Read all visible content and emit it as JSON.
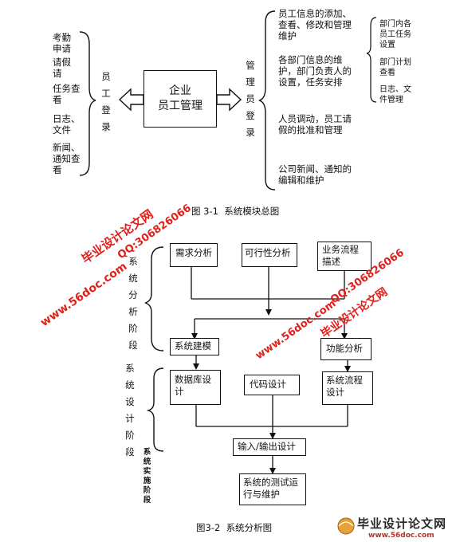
{
  "fig1": {
    "left_items": [
      "考勤\n申请",
      "请假\n请",
      "任务查\n看",
      "日志、\n文件",
      "新闻、\n通知查\n看"
    ],
    "left_vertical": "员工登录",
    "center_box": "企业\n员工管理",
    "right_vertical": "管理员登录",
    "right_items": [
      "员工信息的添加、\n查看、修改和管理\n维护",
      "各部门信息的维\n护，部门负责人的\n设置，任务安排",
      "人员调动，员工请\n假的批准和管理",
      "公司新闻、通知的\n编辑和维护"
    ],
    "sub_items": [
      "部门内各\n员工任务\n设置",
      "部门计划\n查看",
      "日志、文\n件管理"
    ],
    "caption": "图 3-1  系统模块总图"
  },
  "fig2": {
    "phase_analysis": "系统分析阶段",
    "phase_design": "系统设计阶段",
    "phase_impl": "系统实施阶段",
    "boxes": {
      "requirements": "需求分析",
      "feasibility": "可行性分析",
      "business_flow": "业务流程\n描述",
      "modeling": "系统建模",
      "function": "功能分析",
      "database": "数据库设\n计",
      "code": "代码设计",
      "sysflow": "系统流程\n设计",
      "io": "输入/输出设计",
      "test": "系统的测试运\n行与维护"
    },
    "caption": "图3-2  系统分析图"
  },
  "watermarks": {
    "title1": "毕业设计论文网",
    "qq1": "QQ:306826066",
    "site1": "www.56doc.com",
    "title2": "毕业设计论文网",
    "qq2": "QQ:306826066",
    "site2": "www.56doc.com",
    "logo_title": "毕业设计论文网",
    "logo_site": "www.56doc.com"
  }
}
